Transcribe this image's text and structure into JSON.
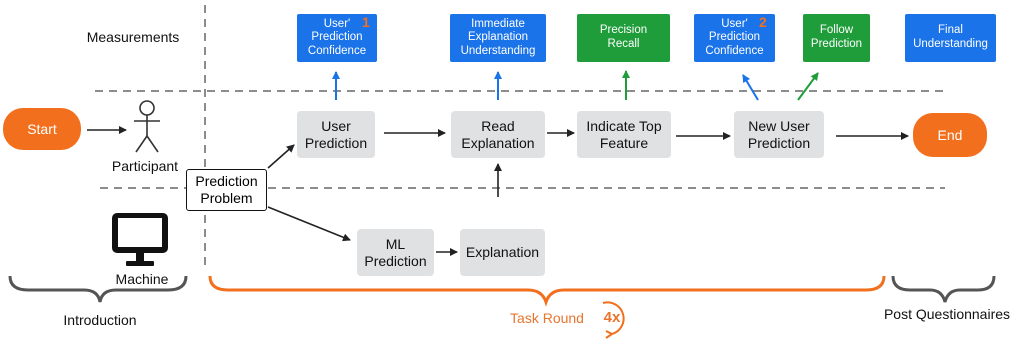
{
  "section_labels": {
    "measurements": "Measurements",
    "introduction": "Introduction",
    "task_round": "Task Round",
    "task_round_repeat": "4x",
    "post_questionnaires": "Post Questionnaires"
  },
  "nodes": {
    "start": "Start",
    "end": "End",
    "participant": "Participant",
    "machine": "Machine",
    "prediction_problem": "Prediction\nProblem",
    "user_prediction": "User\nPrediction",
    "read_explanation": "Read\nExplanation",
    "indicate_top_feature": "Indicate Top\nFeature",
    "new_user_prediction": "New User\nPrediction",
    "ml_prediction": "ML\nPrediction",
    "explanation": "Explanation"
  },
  "measurements": [
    {
      "label": "User'\nPrediction\nConfidence",
      "badge": "1",
      "color": "#1a73e8"
    },
    {
      "label": "Immediate\nExplanation\nUnderstanding",
      "color": "#1a73e8"
    },
    {
      "label": "Precision\nRecall",
      "color": "#1f9d3a"
    },
    {
      "label": "User'\nPrediction\nConfidence",
      "badge": "2",
      "color": "#1a73e8"
    },
    {
      "label": "Follow\nPrediction",
      "color": "#1f9d3a"
    },
    {
      "label": "Final\nUnderstanding",
      "color": "#1a73e8"
    }
  ],
  "colors": {
    "accent_orange": "#f26f1d",
    "measure_blue": "#1a73e8",
    "measure_green": "#1f9d3a",
    "step_gray": "#dfe1e3"
  }
}
